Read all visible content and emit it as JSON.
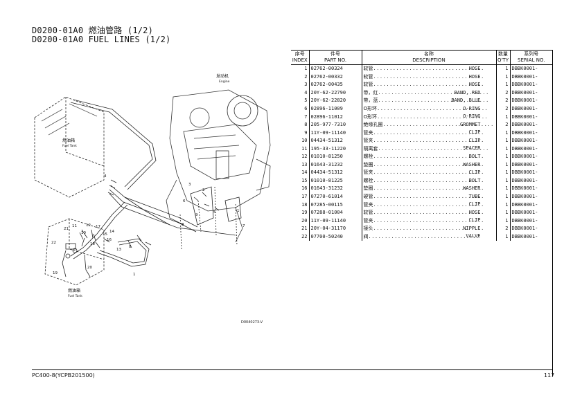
{
  "header": {
    "title_cn": "D0200-01A0 燃油管路 (1/2)",
    "title_en": "D0200-01A0 FUEL LINES (1/2)"
  },
  "diagram": {
    "engine_label_cn": "发动机",
    "engine_label_en": "Engine",
    "fuel_tank_cn": "燃油箱",
    "fuel_tank_en": "Fuel Tank",
    "fuel_tank2_cn": "燃油箱",
    "fuel_tank2_en": "Fuel Tank",
    "drawing_code": "D0040273-V",
    "callouts": [
      "4",
      "6",
      "8",
      "9",
      "2",
      "3",
      "5",
      "1",
      "7",
      "21",
      "11",
      "12",
      "10",
      "17",
      "22",
      "18",
      "15",
      "16",
      "14",
      "13",
      "8",
      "19",
      "20",
      "1"
    ]
  },
  "table": {
    "headers": {
      "index_cn": "序号",
      "index_en": "INDEX",
      "part_cn": "件号",
      "part_en": "PART NO.",
      "desc_cn": "名称",
      "desc_en": "DESCRIPTION",
      "qty_cn": "数量",
      "qty_en": "Q'TY",
      "serial_cn": "系列号",
      "serial_en": "SERIAL NO."
    },
    "rows": [
      {
        "index": "1",
        "part": "02762-00324",
        "desc_cn": "软管",
        "desc_en": "HOSE",
        "qty": "1",
        "serial": "DBBK0001-"
      },
      {
        "index": "2",
        "part": "02762-00332",
        "desc_cn": "软管",
        "desc_en": "HOSE",
        "qty": "1",
        "serial": "DBBK0001-"
      },
      {
        "index": "3",
        "part": "02762-00435",
        "desc_cn": "软管",
        "desc_en": "HOSE",
        "qty": "1",
        "serial": "DBBK0001-"
      },
      {
        "index": "4",
        "part": "20Y-62-22790",
        "desc_cn": "带，红",
        "desc_en": "BAND, RED",
        "qty": "2",
        "serial": "DBBK0001-"
      },
      {
        "index": "5",
        "part": "20Y-62-22820",
        "desc_cn": "带，蓝",
        "desc_en": "BAND, BLUE",
        "qty": "2",
        "serial": "DBBK0001-"
      },
      {
        "index": "6",
        "part": "02896-11009",
        "desc_cn": "O形环",
        "desc_en": "O-RING",
        "qty": "2",
        "serial": "DBBK0001-"
      },
      {
        "index": "7",
        "part": "02896-11012",
        "desc_cn": "O形环",
        "desc_en": "O-RING",
        "qty": "1",
        "serial": "DBBK0001-"
      },
      {
        "index": "8",
        "part": "205-977-7310",
        "desc_cn": "绝缘孔圈",
        "desc_en": "GROMMET",
        "qty": "2",
        "serial": "DBBK0001-"
      },
      {
        "index": "9",
        "part": "11Y-09-11140",
        "desc_cn": "管夹",
        "desc_en": "CLIP",
        "qty": "1",
        "serial": "DBBK0001-"
      },
      {
        "index": "10",
        "part": "04434-51312",
        "desc_cn": "管夹",
        "desc_en": "CLIP",
        "qty": "1",
        "serial": "DBBK0001-"
      },
      {
        "index": "11",
        "part": "195-33-11220",
        "desc_cn": "隔离套",
        "desc_en": "SPACER",
        "qty": "1",
        "serial": "DBBK0001-"
      },
      {
        "index": "12",
        "part": "01010-81250",
        "desc_cn": "螺栓",
        "desc_en": "BOLT",
        "qty": "1",
        "serial": "DBBK0001-"
      },
      {
        "index": "13",
        "part": "01643-31232",
        "desc_cn": "垫圈",
        "desc_en": "WASHER",
        "qty": "1",
        "serial": "DBBK0001-"
      },
      {
        "index": "14",
        "part": "04434-51312",
        "desc_cn": "管夹",
        "desc_en": "CLIP",
        "qty": "1",
        "serial": "DBBK0001-"
      },
      {
        "index": "15",
        "part": "01010-81225",
        "desc_cn": "螺栓",
        "desc_en": "BOLT",
        "qty": "1",
        "serial": "DBBK0001-"
      },
      {
        "index": "16",
        "part": "01643-31232",
        "desc_cn": "垫圈",
        "desc_en": "WASHER",
        "qty": "1",
        "serial": "DBBK0001-"
      },
      {
        "index": "17",
        "part": "07270-61014",
        "desc_cn": "硬管",
        "desc_en": "TUBE",
        "qty": "1",
        "serial": "DBBK0001-"
      },
      {
        "index": "18",
        "part": "07285-00115",
        "desc_cn": "管夹",
        "desc_en": "CLIP",
        "qty": "1",
        "serial": "DBBK0001-"
      },
      {
        "index": "19",
        "part": "07288-01004",
        "desc_cn": "软管",
        "desc_en": "HOSE",
        "qty": "1",
        "serial": "DBBK0001-"
      },
      {
        "index": "20",
        "part": "11Y-09-11140",
        "desc_cn": "管夹",
        "desc_en": "CLIP",
        "qty": "1",
        "serial": "DBBK0001-"
      },
      {
        "index": "21",
        "part": "20Y-04-31170",
        "desc_cn": "接头",
        "desc_en": "NIPPLE",
        "qty": "2",
        "serial": "DBBK0001-"
      },
      {
        "index": "22",
        "part": "07700-50240",
        "desc_cn": "阀",
        "desc_en": "VALVE",
        "qty": "1",
        "serial": "DBBK0001-"
      }
    ]
  },
  "footer": {
    "model": "PC400-8(YCPB201500)",
    "page": "117"
  }
}
